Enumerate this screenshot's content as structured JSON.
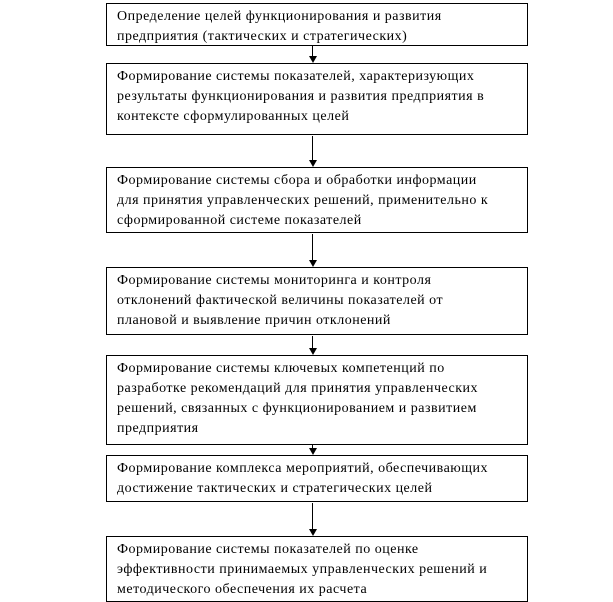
{
  "diagram": {
    "type": "flowchart",
    "direction": "top-down",
    "colors": {
      "background": "#ffffff",
      "border": "#000000",
      "text": "#000000",
      "arrow": "#000000"
    },
    "steps": [
      {
        "text": "Определение целей функционирования и развития\nпредприятия (тактических и стратегических)"
      },
      {
        "text": "Формирование системы показателей, характеризующих\nрезультаты функционирования и развития предприятия в\nконтексте сформулированных целей"
      },
      {
        "text": "Формирование системы сбора и обработки информации\nдля принятия управленческих решений, применительно к\nсформированной системе показателей"
      },
      {
        "text": "Формирование системы мониторинга и контроля\nотклонений фактической величины показателей от\nплановой и выявление причин отклонений"
      },
      {
        "text": "Формирование системы ключевых компетенций по\nразработке рекомендаций для принятия управленческих\nрешений, связанных с функционированием и развитием\nпредприятия"
      },
      {
        "text": "Формирование комплекса мероприятий, обеспечивающих\nдостижение тактических и стратегических целей"
      },
      {
        "text": "Формирование системы показателей по оценке\nэффективности принимаемых управленческих решений и\nметодического обеспечения их расчета"
      }
    ]
  }
}
